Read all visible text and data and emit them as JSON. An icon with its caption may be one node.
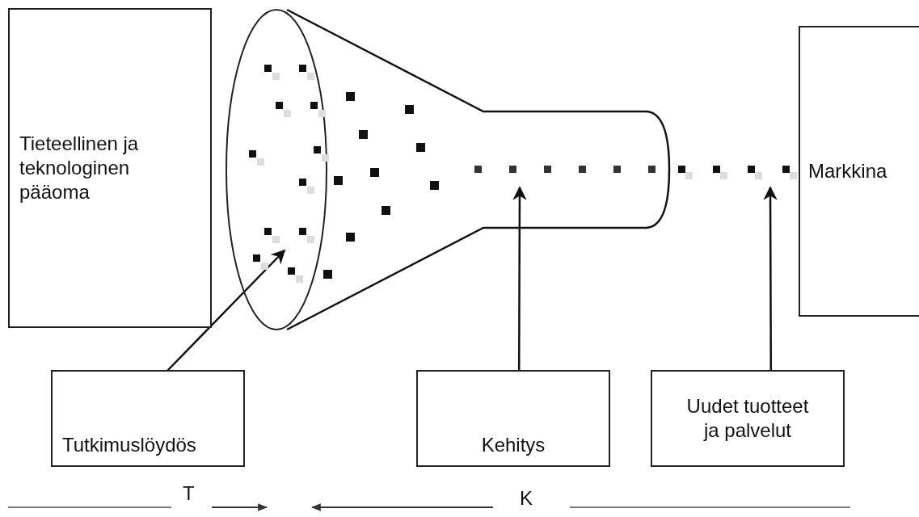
{
  "diagram": {
    "nodes": [
      {
        "text": [
          "Tieteellinen ja teknologinen pääoma"
        ]
      },
      {
        "text": [],
        "shape": "picture"
      },
      {
        "text": [
          "Markkina"
        ]
      },
      {
        "text": [
          "Tutkimuslöydös"
        ]
      },
      {
        "text": [
          "Kehitys"
        ]
      },
      {
        "text": [
          "Uudet tuotteet ja palvelut"
        ]
      }
    ],
    "edges": [
      {
        "from": 3,
        "to": 1,
        "arrow": "to"
      },
      {
        "from": 4,
        "to": 1,
        "arrow": "to"
      },
      {
        "from": 5,
        "to": 1,
        "arrow": "to"
      }
    ],
    "labels": [
      "T",
      "K"
    ]
  }
}
